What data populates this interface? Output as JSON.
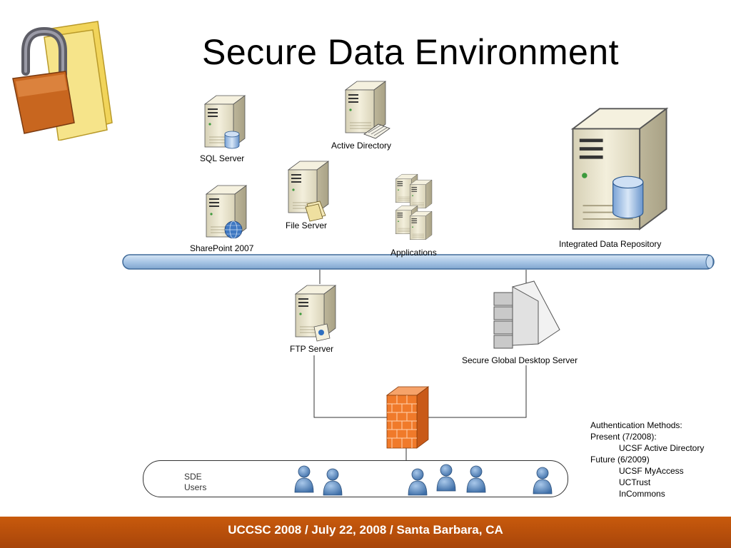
{
  "slide": {
    "title": "Secure Data Environment",
    "footer": "UCCSC 2008 / July 22, 2008 / Santa Barbara, CA"
  },
  "nodes": {
    "sql_server": "SQL Server",
    "active_directory": "Active Directory",
    "file_server": "File Server",
    "sharepoint": "SharePoint 2007",
    "applications": "Applications",
    "integrated_data_repository": "Integrated Data Repository",
    "ftp_server": "FTP Server",
    "sgd_server": "Secure Global Desktop Server"
  },
  "users": {
    "label_line1": "SDE",
    "label_line2": "Users"
  },
  "auth": {
    "heading": "Authentication Methods:",
    "present": "Present (7/2008):",
    "present_items": [
      "UCSF Active Directory"
    ],
    "future": "Future (6/2009)",
    "future_items": [
      "UCSF MyAccess",
      "UCTrust",
      "InCommons"
    ]
  },
  "colors": {
    "bus_fill": "#a9c6e6",
    "bus_stroke": "#3f6a99",
    "server_body": "#e9e4cc",
    "firewall": "#f07a2a",
    "user": "#5b8fc6",
    "footer": "#b9500b"
  }
}
